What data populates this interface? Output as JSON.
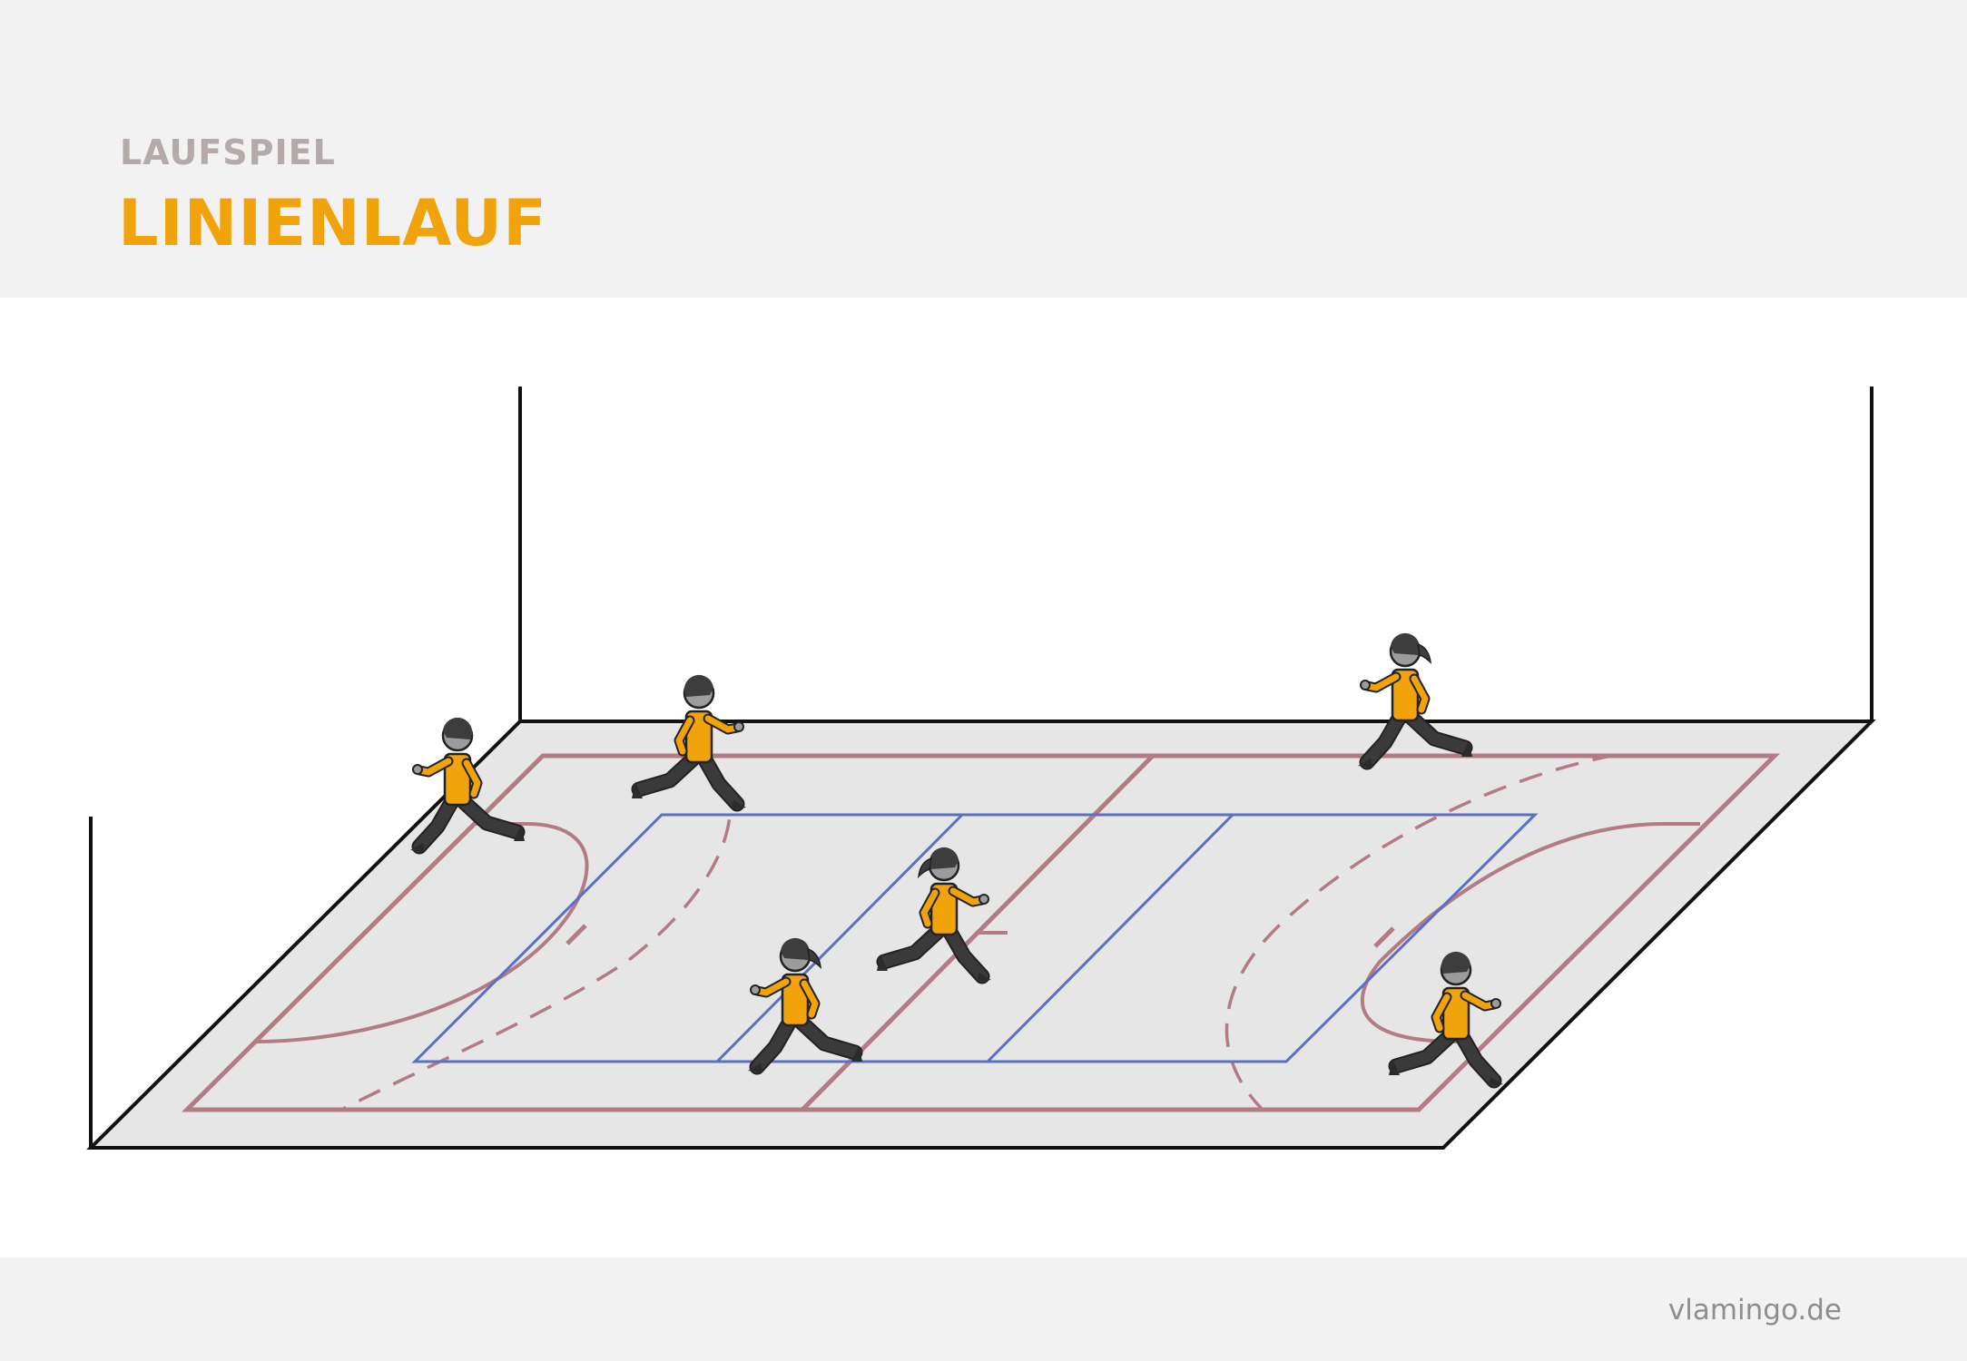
{
  "header": {
    "category": "LAUFSPIEL",
    "title": "LINIENLAUF"
  },
  "footer": {
    "brand": "vlamingo.de"
  },
  "colors": {
    "header_bg": "#f2f2f2",
    "category": "#b3aaa9",
    "title_accent": "#f0a30a",
    "floor": "#e6e6e6",
    "court_lines": "#b37b84",
    "volleyball_lines": "#5a70c0",
    "shirt": "#f0a30a",
    "skin": "#9c9c9c",
    "pants": "#3a3a3a"
  },
  "players": [
    {
      "id": "player-1",
      "gender": "boy",
      "facing": "left"
    },
    {
      "id": "player-2",
      "gender": "boy",
      "facing": "right"
    },
    {
      "id": "player-3",
      "gender": "girl",
      "facing": "left"
    },
    {
      "id": "player-4",
      "gender": "girl",
      "facing": "right"
    },
    {
      "id": "player-5",
      "gender": "girl",
      "facing": "left"
    },
    {
      "id": "player-6",
      "gender": "boy",
      "facing": "right"
    }
  ]
}
